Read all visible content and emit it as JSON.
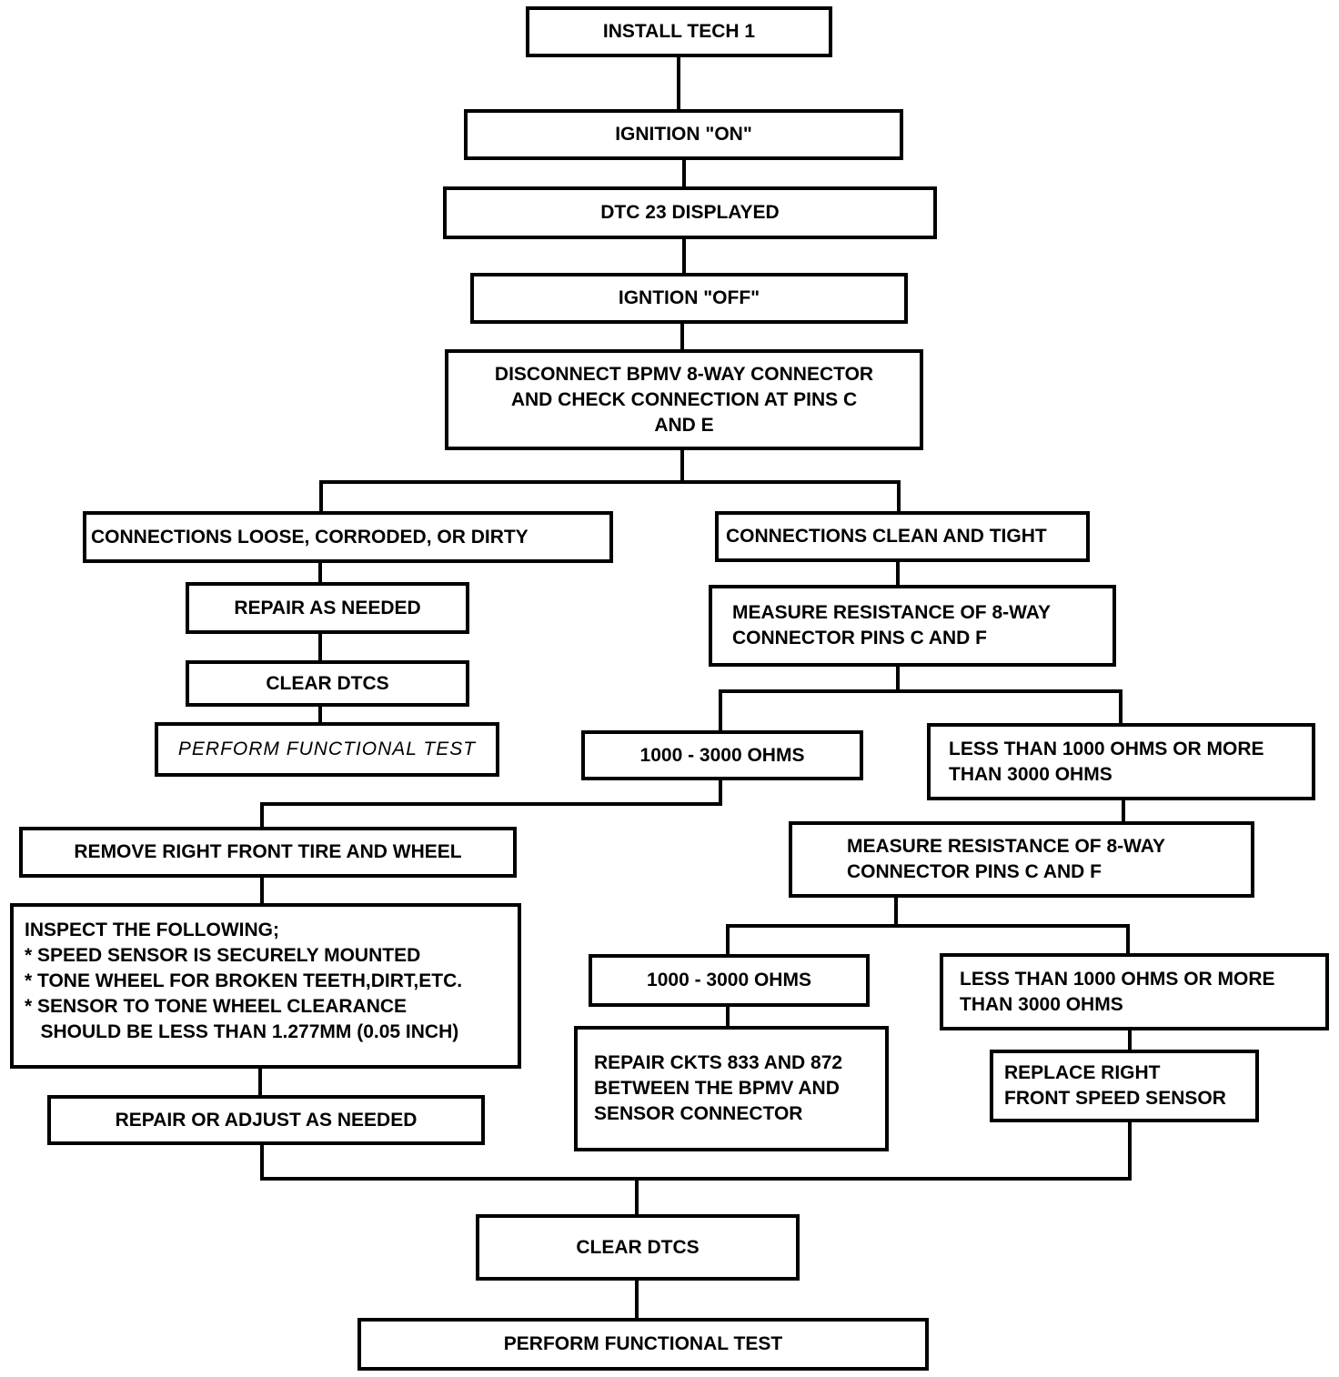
{
  "flowchart": {
    "install_tech": "INSTALL TECH  1",
    "ignition_on": "IGNITION \"ON\"",
    "dtc_displayed": "DTC 23 DISPLAYED",
    "ignition_off": "IGNTION \"OFF\"",
    "disconnect": [
      "DISCONNECT BPMV 8-WAY CONNECTOR",
      "AND CHECK CONNECTION AT PINS C",
      "AND E"
    ],
    "conn_loose": "CONNECTIONS LOOSE, CORRODED, OR DIRTY",
    "repair_as_needed": "REPAIR AS NEEDED",
    "clear_dtcs_left": "CLEAR DTCS",
    "perform_test_left": "PERFORM FUNCTIONAL TEST",
    "conn_clean": "CONNECTIONS CLEAN AND TIGHT",
    "measure_1": [
      "MEASURE RESISTANCE OF 8-WAY",
      "CONNECTOR PINS C AND F"
    ],
    "ohms_ok_1": "1000 - 3000 OHMS",
    "ohms_bad_1": [
      "LESS THAN 1000 OHMS OR MORE",
      "THAN 3000 OHMS"
    ],
    "remove_tire": "REMOVE RIGHT FRONT TIRE AND WHEEL",
    "inspect": [
      "INSPECT THE FOLLOWING;",
      "* SPEED SENSOR IS SECURELY MOUNTED",
      "* TONE WHEEL FOR BROKEN TEETH,DIRT,ETC.",
      "* SENSOR TO TONE WHEEL CLEARANCE",
      "   SHOULD BE LESS THAN 1.277MM (0.05 INCH)"
    ],
    "repair_adjust": "REPAIR OR ADJUST AS NEEDED",
    "measure_2": [
      "MEASURE RESISTANCE OF 8-WAY",
      "CONNECTOR PINS C AND F"
    ],
    "ohms_ok_2": "1000 - 3000 OHMS",
    "ohms_bad_2": [
      "LESS THAN 1000 OHMS OR MORE",
      "THAN 3000 OHMS"
    ],
    "repair_ckts": [
      "REPAIR CKTS 833 AND 872",
      "BETWEEN THE BPMV AND",
      "SENSOR CONNECTOR"
    ],
    "replace_sensor": [
      "REPLACE RIGHT",
      "FRONT SPEED SENSOR"
    ],
    "clear_dtcs_final": "CLEAR DTCS",
    "perform_test_final": "PERFORM FUNCTIONAL TEST"
  }
}
